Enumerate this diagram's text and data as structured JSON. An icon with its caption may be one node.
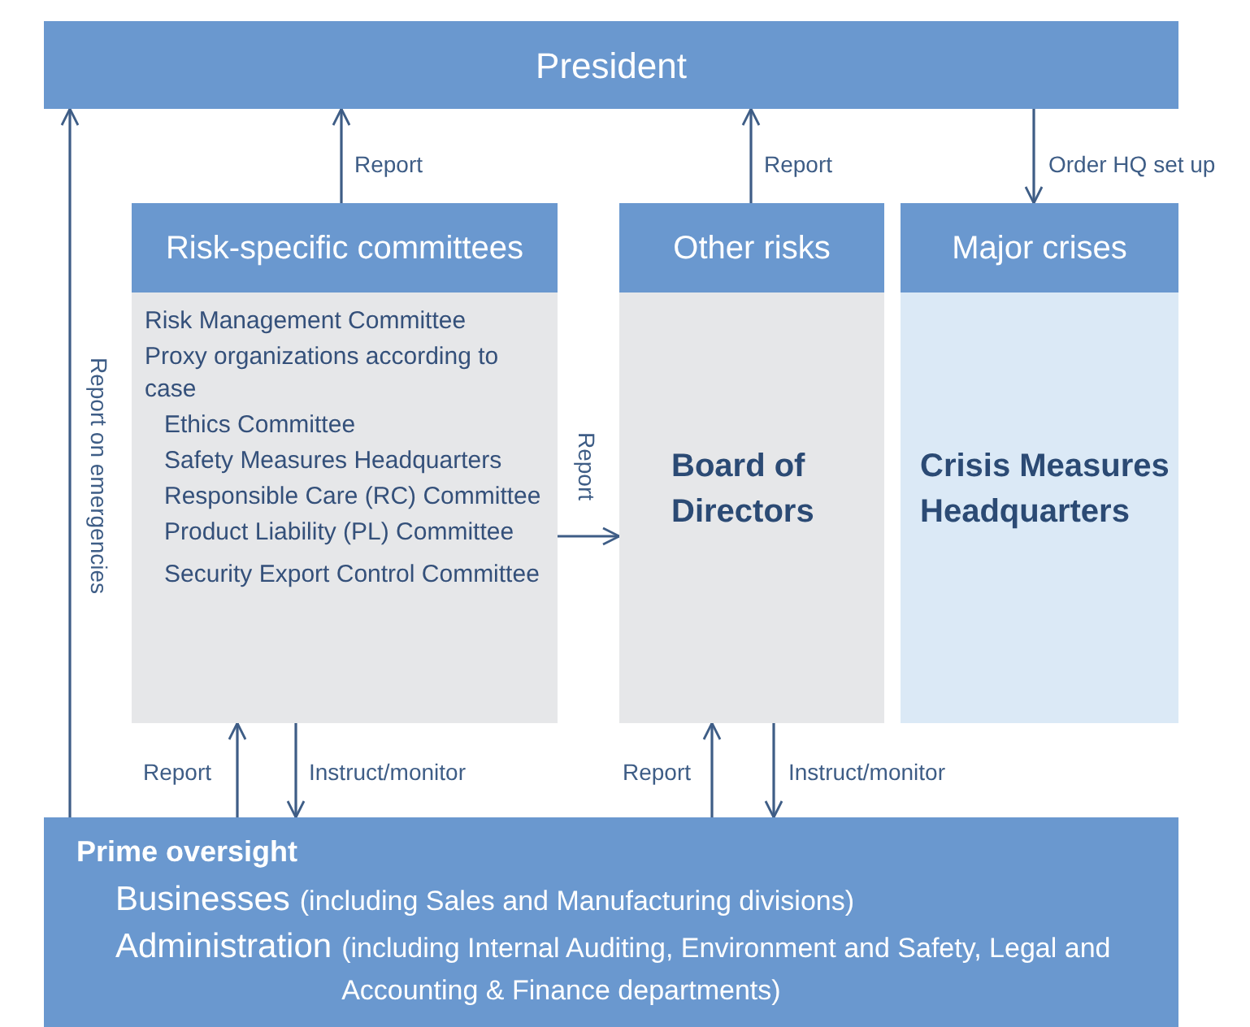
{
  "diagram": {
    "nodes": [
      {
        "text": [
          "President"
        ]
      },
      {
        "text": [
          "Risk-specific committees",
          "Risk Management Committee",
          "Proxy organizations according to case",
          "Ethics Committee",
          "Safety Measures Headquarters",
          "Responsible Care (RC) Committee",
          "Product Liability (PL) Committee",
          "Security Export Control Committee"
        ]
      },
      {
        "text": [
          "Other risks",
          "Board of Directors"
        ]
      },
      {
        "text": [
          "Major crises",
          "Crisis Measures Headquarters"
        ]
      },
      {
        "text": [
          "Prime oversight",
          "Businesses",
          "(including Sales and Manufacturing divisions)",
          "Administration",
          "(including Internal Auditing, Environment and Safety, Legal and Accounting & Finance departments)"
        ]
      }
    ],
    "edges": [
      {
        "from": 4,
        "to": 0,
        "arrow": "to",
        "label": "Report on emergencies"
      },
      {
        "from": 1,
        "to": 0,
        "arrow": "to",
        "label": "Report"
      },
      {
        "from": 2,
        "to": 0,
        "arrow": "to",
        "label": "Report"
      },
      {
        "from": 0,
        "to": 3,
        "arrow": "to",
        "label": "Order HQ set up"
      },
      {
        "from": 1,
        "to": 2,
        "arrow": "to",
        "label": "Report"
      },
      {
        "from": 4,
        "to": 1,
        "arrow": "to",
        "label": "Report"
      },
      {
        "from": 1,
        "to": 4,
        "arrow": "to",
        "label": "Instruct/monitor"
      },
      {
        "from": 4,
        "to": 2,
        "arrow": "to",
        "label": "Report"
      },
      {
        "from": 2,
        "to": 4,
        "arrow": "to",
        "label": "Instruct/monitor"
      }
    ]
  }
}
